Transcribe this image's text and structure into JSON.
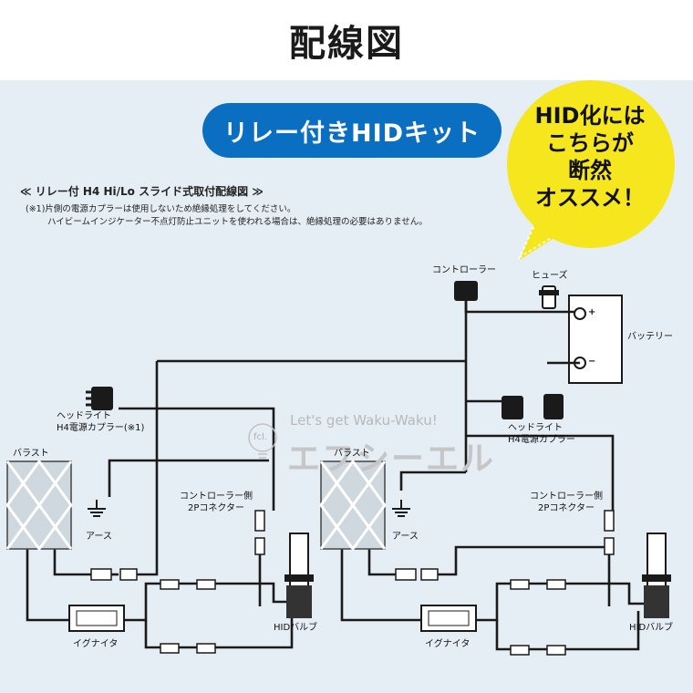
{
  "header": {
    "title": "配線図"
  },
  "badge": {
    "label": "リレー付きHIDキット"
  },
  "callout": {
    "lines": [
      "HID化には",
      "こちらが",
      "断然",
      "オススメ！"
    ]
  },
  "document": {
    "title": "≪ リレー付 H4 Hi/Lo スライド式取付配線図 ≫",
    "note_line1": "(※1)片側の電源カプラーは使用しないため絶縁処理をしてください。",
    "note_line2": "ハイビームインジケーター不点灯防止ユニットを使われる場合は、絶縁処理の必要はありません。"
  },
  "labels": {
    "controller": "コントローラー",
    "fuse": "ヒューズ",
    "battery": "バッテリー",
    "headlight_coupler_left_1": "ヘッドライト",
    "headlight_coupler_left_2": "H4電源カプラー(※1)",
    "headlight_coupler_right_1": "ヘッドライト",
    "headlight_coupler_right_2": "H4電源カプラー",
    "ballast_left": "バラスト",
    "ballast_right": "バラスト",
    "earth_left": "アース",
    "earth_right": "アース",
    "controller_side_left_1": "コントローラー側",
    "controller_side_left_2": "2Pコネクター",
    "controller_side_right_1": "コントローラー側",
    "controller_side_right_2": "2Pコネクター",
    "hid_bulb_left": "HIDバルブ",
    "hid_bulb_right": "HIDバルブ",
    "igniter_left": "イグナイタ",
    "igniter_right": "イグナイタ",
    "plus_terminal": "+",
    "minus_terminal": "−"
  },
  "watermark": {
    "tagline": "Let's get Waku-Waku!",
    "logo_text": "fcl.",
    "name": "エフシーエル"
  },
  "colors": {
    "header_bg": "#ffffff",
    "panel_bg": "#e6eef5",
    "badge_bg": "#0a6ec1",
    "callout_bg": "#f5e61d",
    "wire": "#1a1a1a"
  }
}
